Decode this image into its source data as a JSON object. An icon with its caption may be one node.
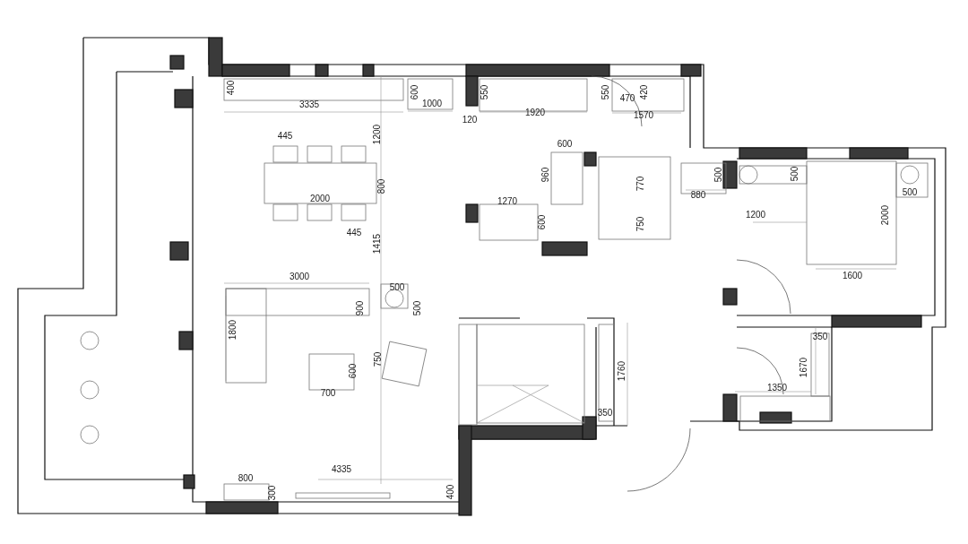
{
  "diagram": {
    "labels": [
      "400",
      "3335",
      "600",
      "1000",
      "120",
      "550",
      "1920",
      "550",
      "470",
      "1570",
      "420",
      "445",
      "1200",
      "600",
      "2000",
      "800",
      "1270",
      "960",
      "770",
      "880",
      "500",
      "500",
      "500",
      "445",
      "1415",
      "600",
      "750",
      "1200",
      "2000",
      "3000",
      "900",
      "500",
      "500",
      "1600",
      "1800",
      "350",
      "700",
      "600",
      "750",
      "1760",
      "1350",
      "1670",
      "350",
      "800",
      "300",
      "4335",
      "400"
    ]
  }
}
